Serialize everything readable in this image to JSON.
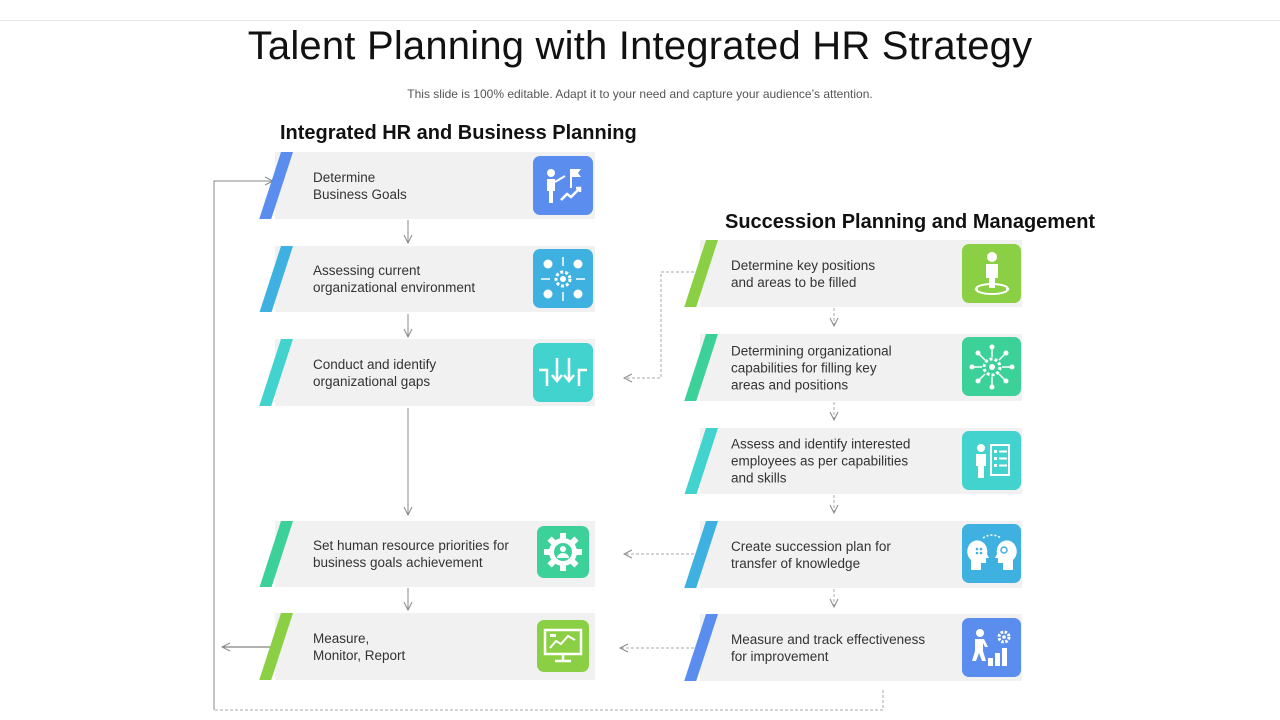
{
  "title": "Talent Planning with Integrated HR Strategy",
  "subtitle": "This slide is 100% editable. Adapt it to your need and capture your audience’s attention.",
  "left_column": {
    "heading": "Integrated HR and Business Planning",
    "steps": [
      {
        "label": "Determine\nBusiness Goals",
        "icon": "strategy-flag-icon",
        "color": "#5b8def"
      },
      {
        "label": "Assessing current\norganizational environment",
        "icon": "environment-gear-icon",
        "color": "#3fb1e0"
      },
      {
        "label": "Conduct and identify\norganizational gaps",
        "icon": "gap-arrows-icon",
        "color": "#43d3cf"
      },
      {
        "label": "Set human resource priorities  for\nbusiness goals achievement",
        "icon": "gear-person-icon",
        "color": "#3dd19a"
      },
      {
        "label": "Measure,\nMonitor, Report",
        "icon": "monitor-report-icon",
        "color": "#8bd044"
      }
    ]
  },
  "right_column": {
    "heading": "Succession Planning and Management",
    "steps": [
      {
        "label": "Determine key positions\nand areas to be filled",
        "icon": "target-person-icon",
        "color": "#8bd044"
      },
      {
        "label": "Determining organizational\ncapabilities for filling key\nareas and positions",
        "icon": "capability-network-icon",
        "color": "#3dd19a"
      },
      {
        "label": "Assess and identify interested\nemployees as per capabilities\nand skills",
        "icon": "employee-checklist-icon",
        "color": "#43d3cf"
      },
      {
        "label": "Create succession plan for\ntransfer of knowledge",
        "icon": "knowledge-transfer-icon",
        "color": "#3fb1e0"
      },
      {
        "label": "Measure and track effectiveness\nfor improvement",
        "icon": "growth-steps-icon",
        "color": "#5b8def"
      }
    ]
  }
}
